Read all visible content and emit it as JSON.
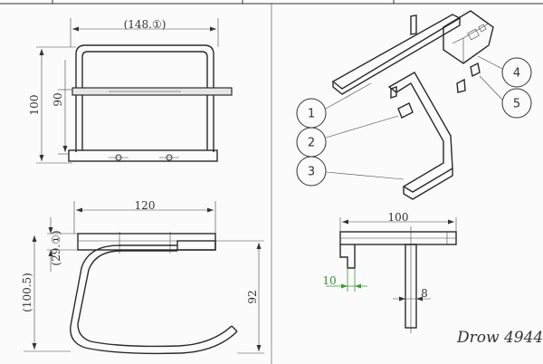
{
  "drawing": {
    "front_view": {
      "width_dim": "(148.①)",
      "height_outer_dim": "100",
      "height_inner_dim": "90"
    },
    "side_view": {
      "width_dim": "120",
      "offset_dim": "(29.①)",
      "overall_dim": "(100.5)",
      "right_dim": "92"
    },
    "detail_view": {
      "width_dim": "100",
      "left_dim": "10",
      "right_dim": "8"
    },
    "callouts": [
      {
        "num": "1"
      },
      {
        "num": "2"
      },
      {
        "num": "3"
      },
      {
        "num": "4"
      },
      {
        "num": "5"
      }
    ],
    "signature": "Drow 4944"
  }
}
